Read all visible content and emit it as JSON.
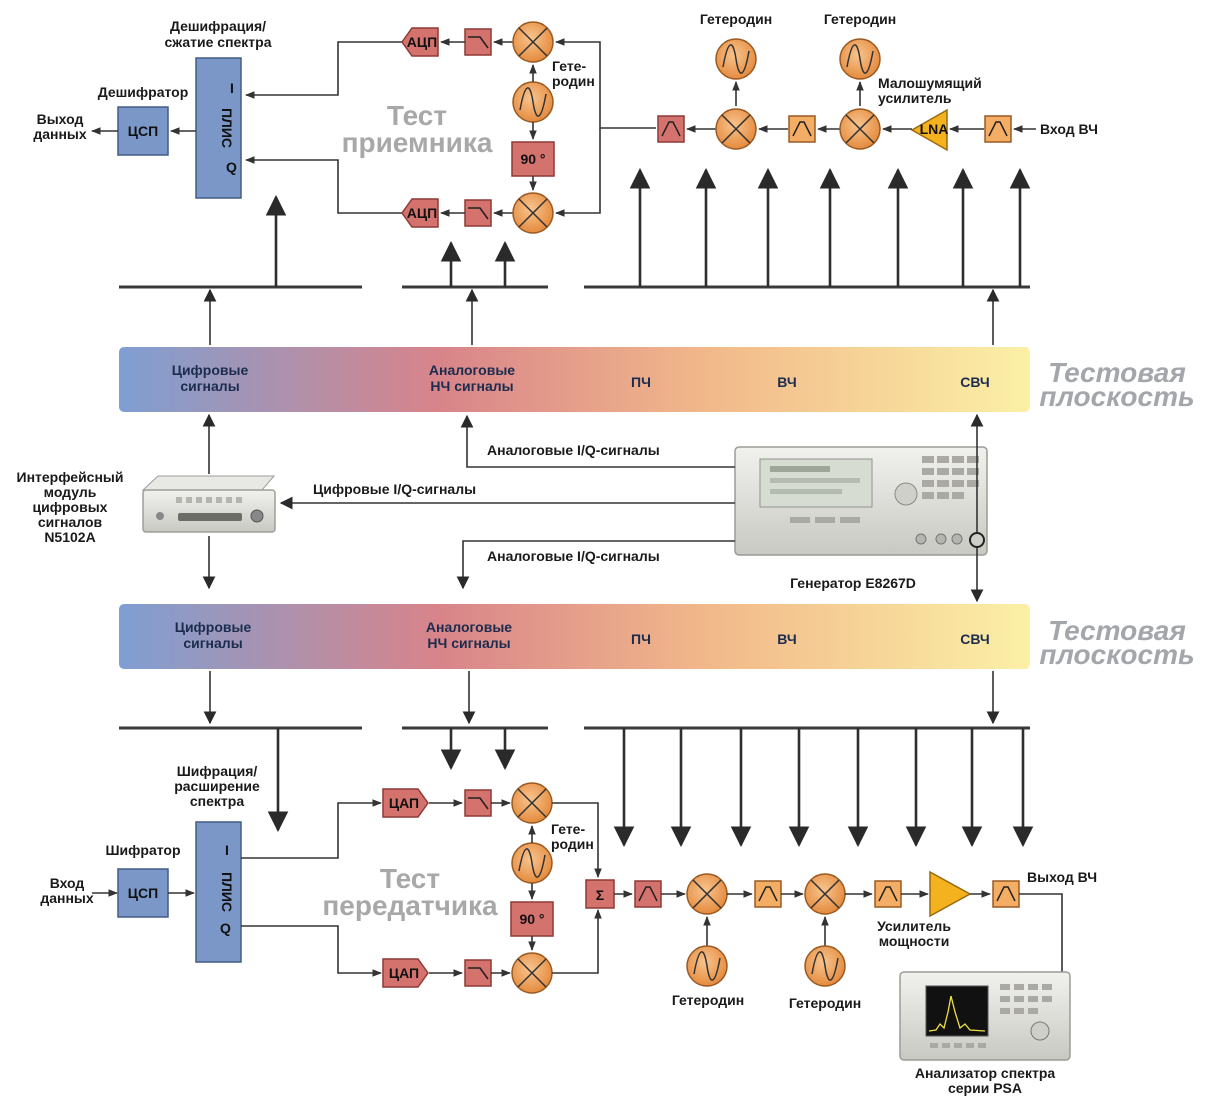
{
  "top_plane": {
    "band_labels": {
      "digital": "Цифровые\nсигналы",
      "analog": "Аналоговые\nНЧ сигналы",
      "if": "ПЧ",
      "rf": "ВЧ",
      "microwave": "СВЧ"
    },
    "test_plane_label": "Тестовая\nплоскость"
  },
  "bottom_plane": {
    "band_labels": {
      "digital": "Цифровые\nсигналы",
      "analog": "Аналоговые\nНЧ сигналы",
      "if": "ПЧ",
      "rf": "ВЧ",
      "microwave": "СВЧ"
    },
    "test_plane_label": "Тестовая\nплоскость"
  },
  "receiver": {
    "title": "Тест\nприемника",
    "descrambling_label": "Дешифрация/\nсжатие спектра",
    "decoder_label": "Дешифратор",
    "data_out_label": "Выход\nданных",
    "dsp_label": "ЦСП",
    "fpga_label": "ПЛИС",
    "i_label": "I",
    "q_label": "Q",
    "adc_label": "АЦП",
    "lo_short_label": "Гете-\nродин",
    "phase_label": "90 °",
    "lo_label_1": "Гетеродин",
    "lo_label_2": "Гетеродин",
    "lna_label": "Малошумящий\nусилитель",
    "lna_block": "LNA",
    "rf_in_label": "Вход ВЧ"
  },
  "middle": {
    "analog_iq_top": "Аналоговые I/Q-сигналы",
    "digital_iq": "Цифровые I/Q-сигналы",
    "analog_iq_bottom": "Аналоговые I/Q-сигналы",
    "interface_module_label": "Интерфейсный\nмодуль\nцифровых\nсигналов\nN5102A",
    "generator_label": "Генератор E8267D"
  },
  "transmitter": {
    "title": "Тест\nпередатчика",
    "scrambling_label": "Шифрация/\nрасширение\nспектра",
    "encoder_label": "Шифратор",
    "data_in_label": "Вход\nданных",
    "dsp_label": "ЦСП",
    "fpga_label": "ПЛИС",
    "i_label": "I",
    "q_label": "Q",
    "dac_label": "ЦАП",
    "lo_short_label": "Гете-\nродин",
    "phase_label": "90 °",
    "sum_label": "Σ",
    "lo_label_1": "Гетеродин",
    "lo_label_2": "Гетеродин",
    "pa_label": "Усилитель\nмощности",
    "rf_out_label": "Выход ВЧ",
    "analyzer_label": "Анализатор спектра\nсерии PSA"
  },
  "colors": {
    "band_left": "#7f9fd2",
    "band_mid": "#d8848a",
    "band_right": "#fbf0a6",
    "dsp_block": "#7b97c8",
    "converter_block": "#d4726e",
    "mixer_fill": "#efa15e",
    "rf_block": "#f3ad65",
    "pa_fill": "#f3b21e"
  }
}
